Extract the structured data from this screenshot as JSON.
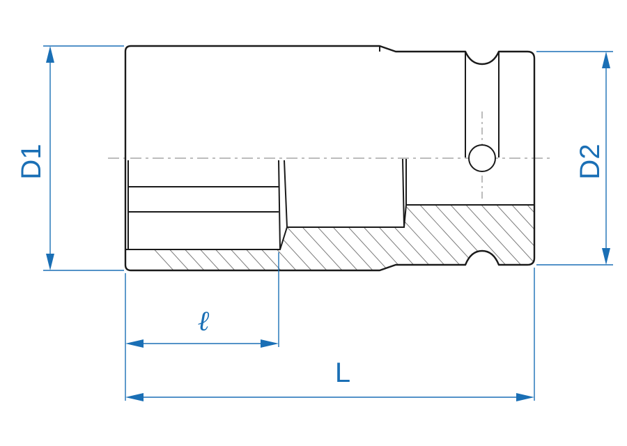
{
  "labels": {
    "d1": "D1",
    "d2": "D2",
    "ell": "ℓ",
    "length": "L"
  },
  "colors": {
    "outline": "#1a1a1a",
    "dimension": "#1a6fb5",
    "hatch": "#7a7a7a",
    "centerline": "#7a7a7a"
  }
}
